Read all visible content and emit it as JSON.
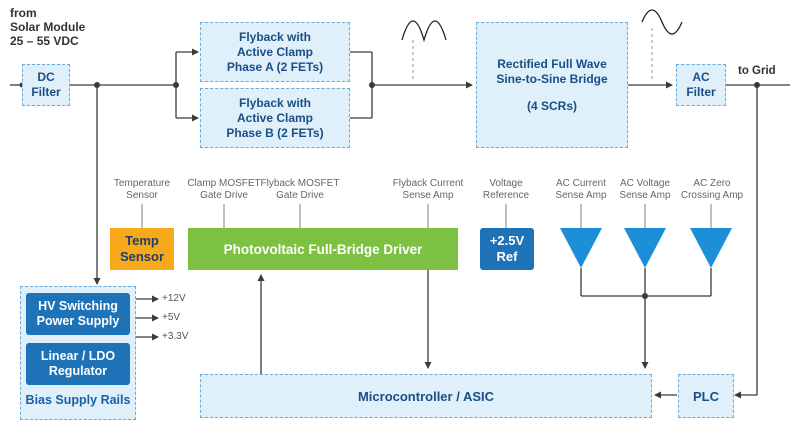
{
  "source_label": [
    "from",
    "Solar Module",
    "25 – 55 VDC"
  ],
  "to_grid": "to Grid",
  "blocks": {
    "dc_filter": [
      "DC",
      "Filter"
    ],
    "flyback_a": [
      "Flyback with",
      "Active Clamp",
      "Phase A (2 FETs)"
    ],
    "flyback_b": [
      "Flyback with",
      "Active Clamp",
      "Phase B (2 FETs)"
    ],
    "bridge": [
      "Rectified Full Wave",
      "Sine-to-Sine Bridge",
      "(4 SCRs)"
    ],
    "ac_filter": [
      "AC",
      "Filter"
    ],
    "temp_sensor": [
      "Temp",
      "Sensor"
    ],
    "driver": "Photovoltaic Full-Bridge Driver",
    "ref": [
      "+2.5V",
      "Ref"
    ],
    "hv_supply": [
      "HV Switching",
      "Power Supply"
    ],
    "ldo": [
      "Linear / LDO",
      "Regulator"
    ],
    "bias_title": "Bias Supply Rails",
    "mcu": "Microcontroller / ASIC",
    "plc": "PLC"
  },
  "signal_labels": {
    "temperature_sensor": [
      "Temperature",
      "Sensor"
    ],
    "clamp_mosfet": [
      "Clamp MOSFET",
      "Gate Drive"
    ],
    "flyback_mosfet": [
      "Flyback MOSFET",
      "Gate Drive"
    ],
    "flyback_current": [
      "Flyback Current",
      "Sense Amp"
    ],
    "voltage_reference": [
      "Voltage",
      "Reference"
    ],
    "ac_current": [
      "AC Current",
      "Sense Amp"
    ],
    "ac_voltage": [
      "AC Voltage",
      "Sense Amp"
    ],
    "ac_zero": [
      "AC Zero",
      "Crossing Amp"
    ]
  },
  "rails": [
    "+12V",
    "+5V",
    "+3.3V"
  ],
  "colors": {
    "line": "#3a3a3a",
    "dashed_fill": "#dff0fa",
    "dashed_border": "#6aa9d8",
    "driver_green": "#7dc142",
    "temp_orange": "#f7a81b",
    "blue": "#1d72b8",
    "triangle_blue": "#1d8fd8",
    "arrow_blue": "#2a7fc4"
  }
}
